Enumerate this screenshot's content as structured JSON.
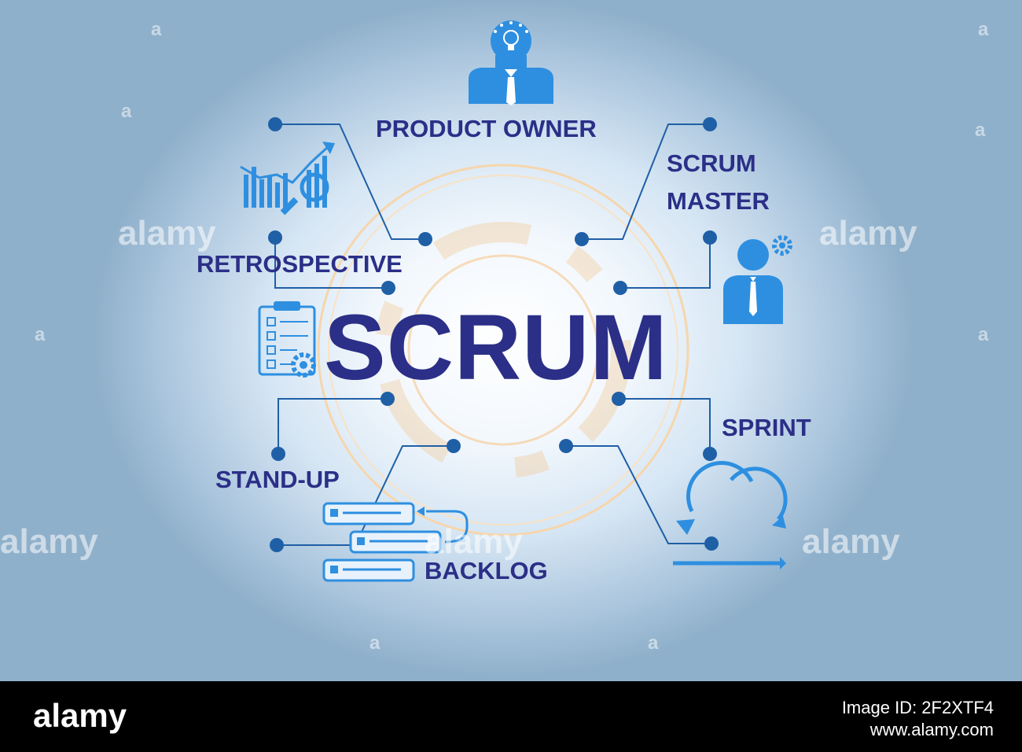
{
  "title": "SCRUM",
  "labels": {
    "product_owner": "PRODUCT OWNER",
    "scrum_master_line1": "SCRUM",
    "scrum_master_line2": "MASTER",
    "retrospective": "RETROSPECTIVE",
    "sprint": "SPRINT",
    "stand_up": "STAND-UP",
    "backlog": "BACKLOG"
  },
  "watermark": {
    "text": "alamy",
    "letter": "a"
  },
  "footer": {
    "logo": "alamy",
    "image_id": "Image ID: 2F2XTF4",
    "url": "www.alamy.com"
  },
  "colors": {
    "text": "#2b2f87",
    "icon": "#2e8fe0",
    "connector": "#1f5fa6",
    "ring": "#f2c48a"
  },
  "icons": [
    "person-idea-icon",
    "chart-magnifier-icon",
    "person-gear-icon",
    "clipboard-checklist-icon",
    "cycle-arrows-icon",
    "stacked-list-icon"
  ]
}
